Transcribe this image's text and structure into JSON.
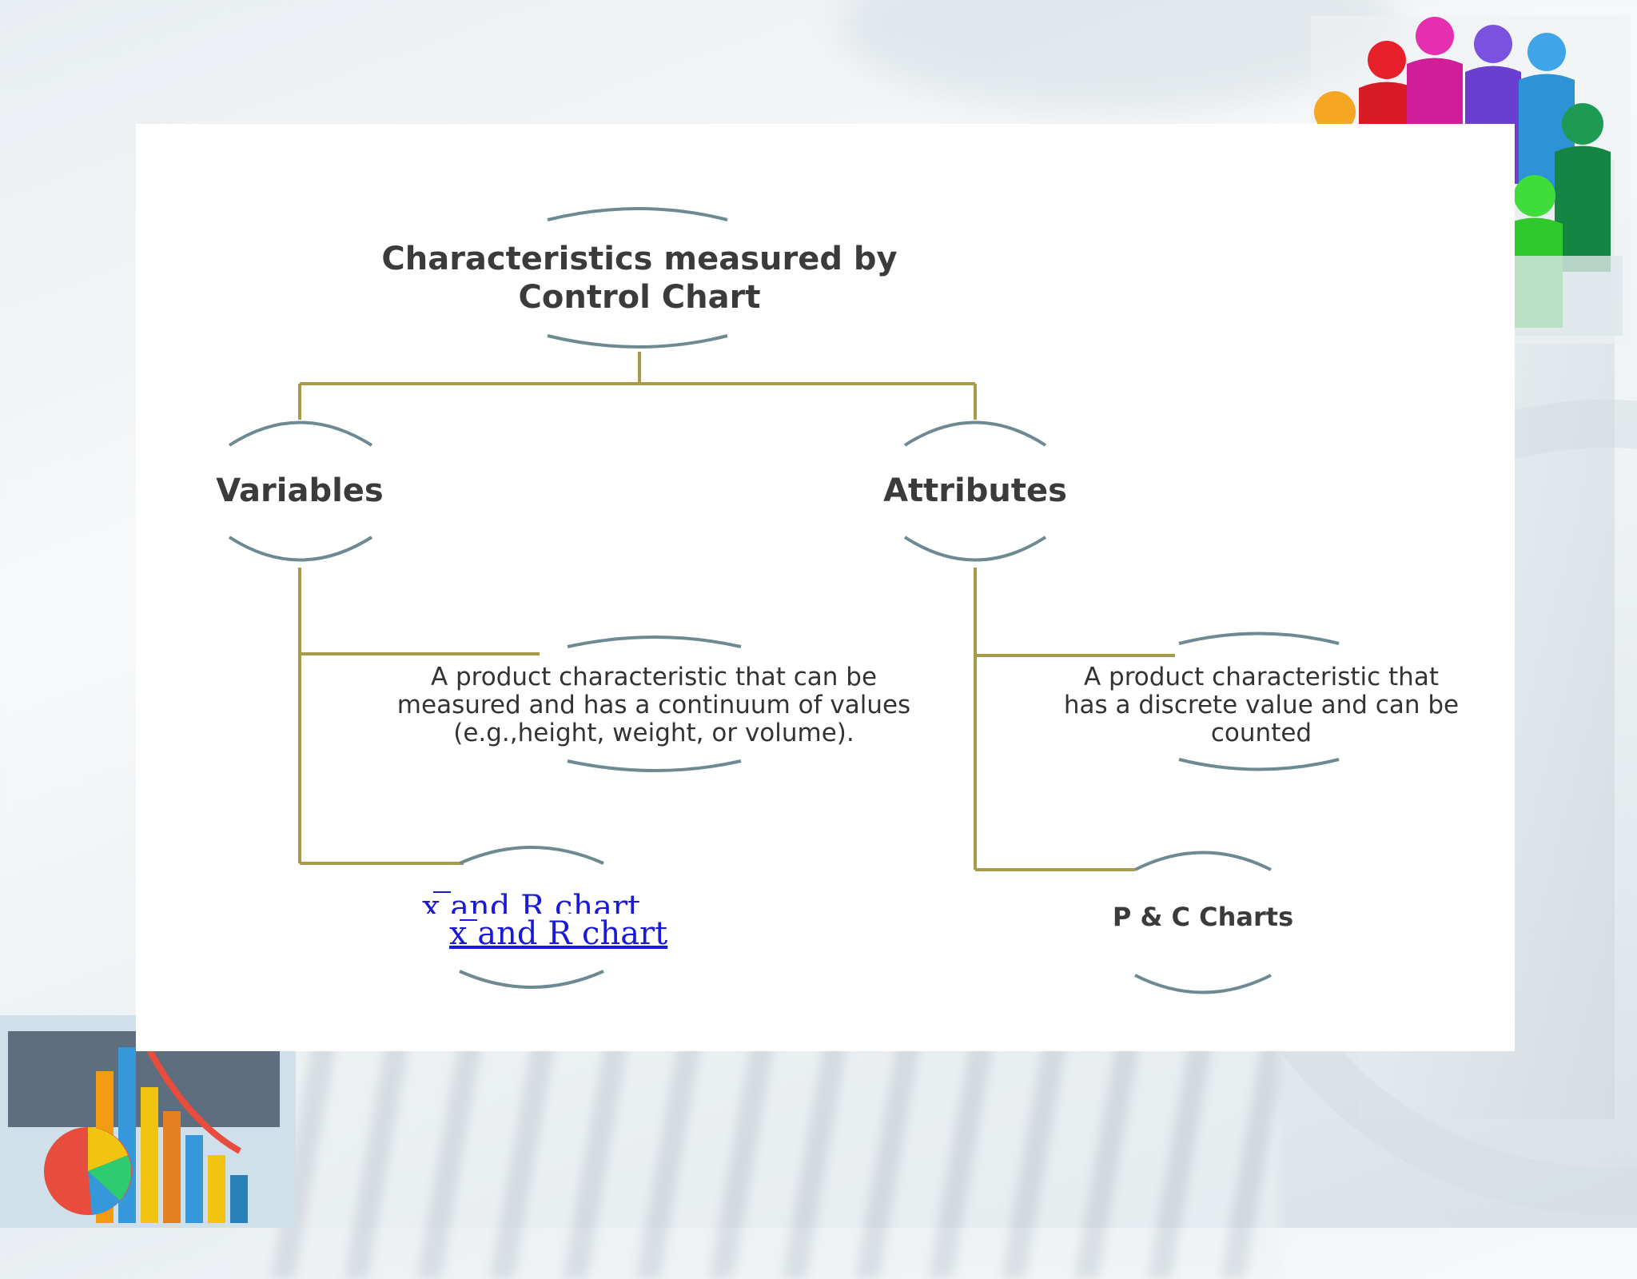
{
  "diagram": {
    "root": {
      "line1": "Characteristics measured by",
      "line2": "Control Chart"
    },
    "variables": {
      "label": "Variables"
    },
    "attributes": {
      "label": "Attributes"
    },
    "variables_desc": {
      "line1": "A product characteristic that can be",
      "line2": "measured and has a continuum of values",
      "line3": "(e.g.,height, weight, or volume)."
    },
    "attributes_desc": {
      "line1": "A product characteristic that",
      "line2": "has a discrete value and can be",
      "line3": "counted"
    },
    "variables_chart": {
      "label": "x and R chart"
    },
    "attributes_chart": {
      "label": "P & C Charts"
    }
  },
  "colors": {
    "connector": "#a89a4a",
    "bracket": "#6d8a93",
    "link": "#1a1ad6"
  }
}
